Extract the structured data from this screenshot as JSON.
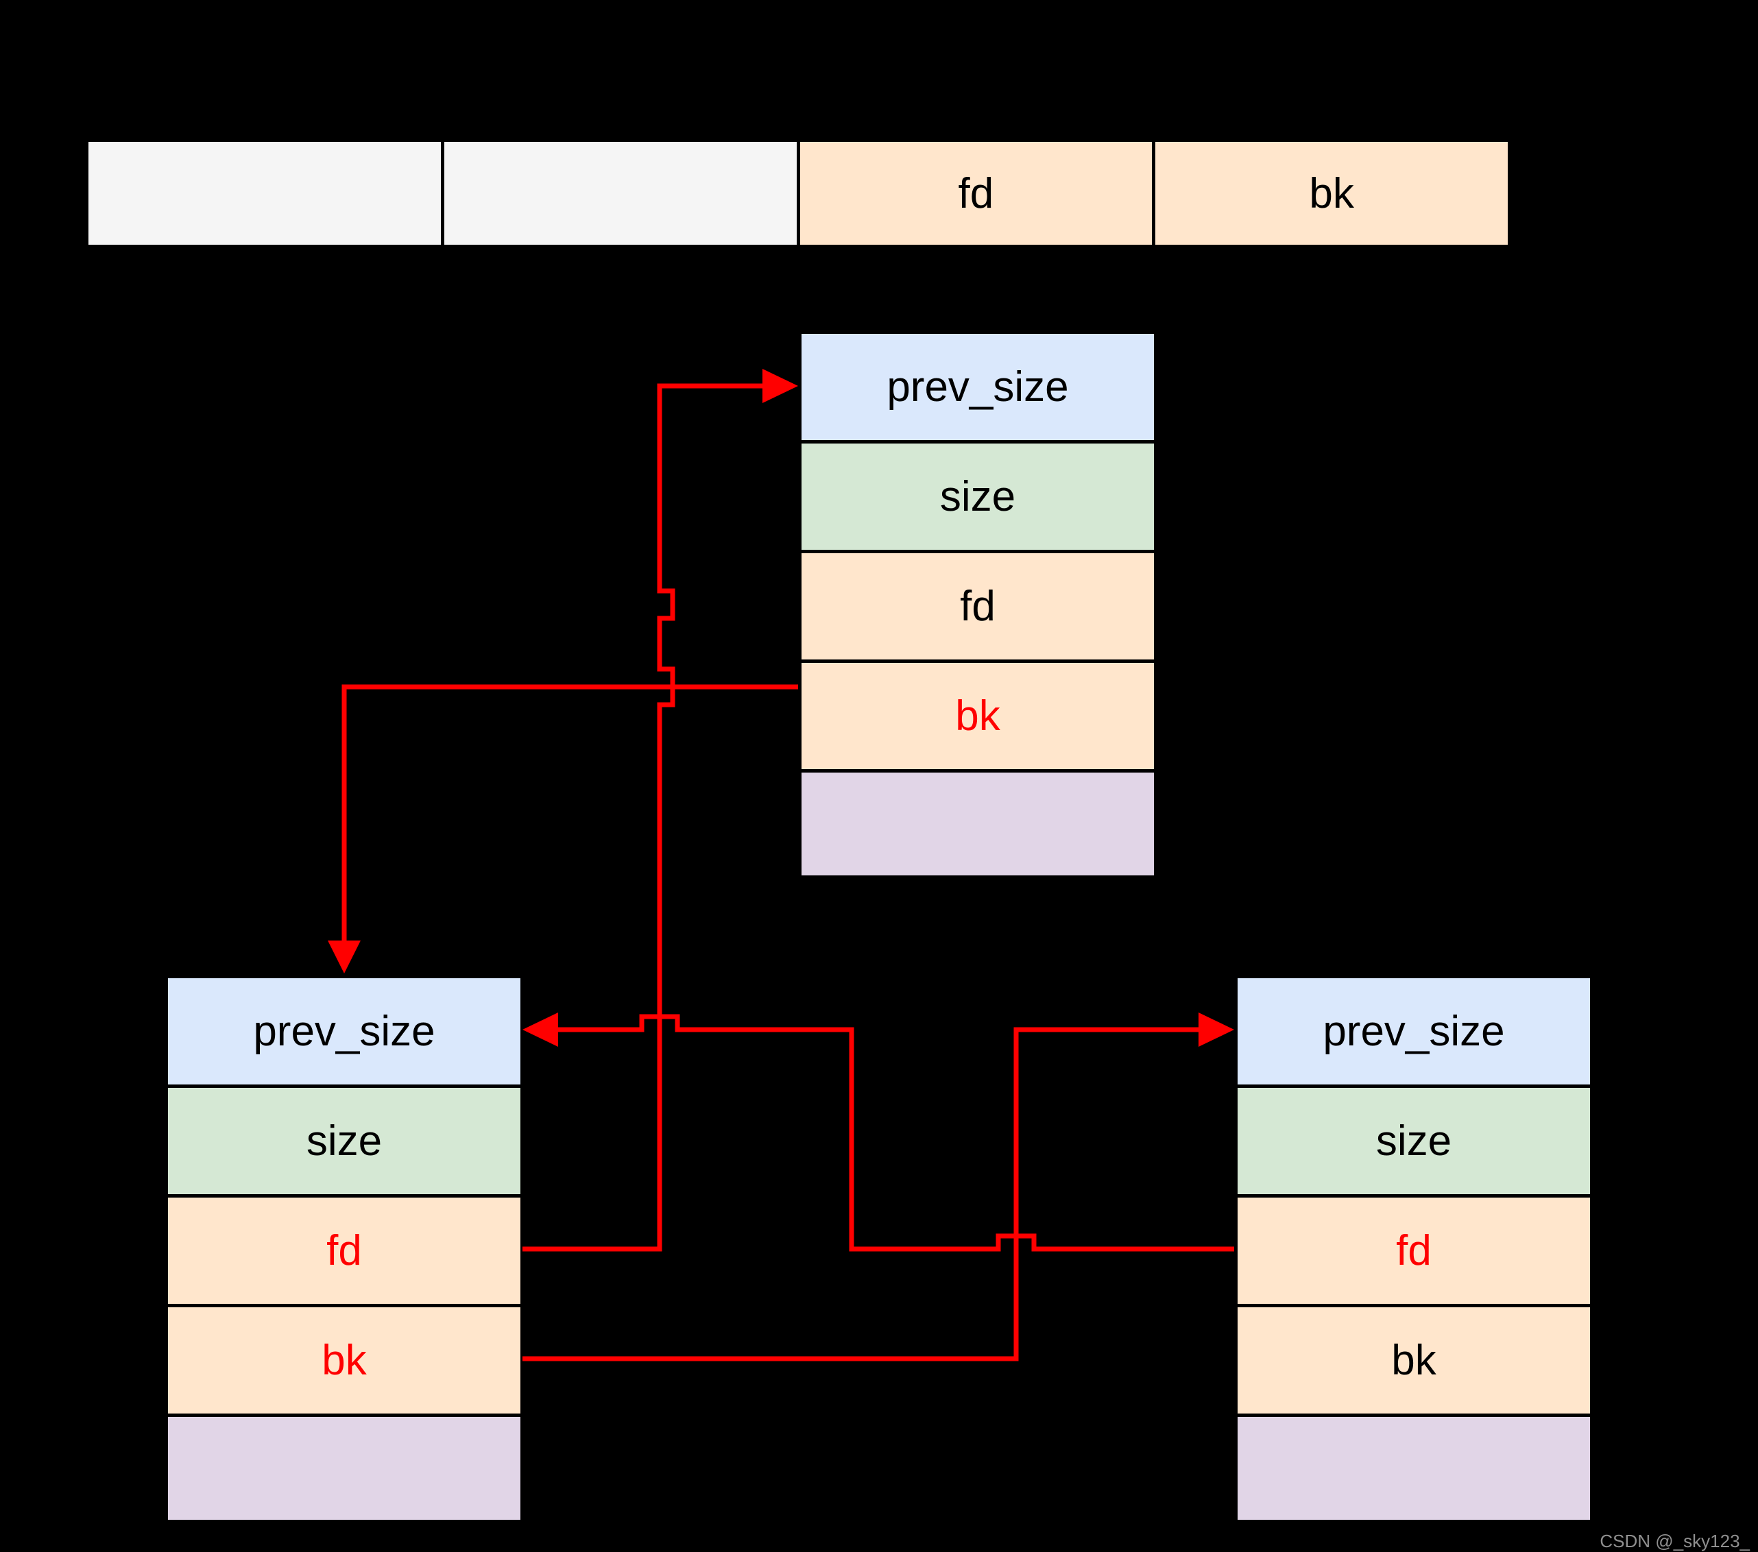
{
  "colors": {
    "background": "#000000",
    "arrow": "#ff0000",
    "red_text": "#ff0000",
    "black_text": "#000000",
    "bin_cell_empty": "#f5f5f5",
    "prev_size_cell": "#dae8fc",
    "size_cell": "#d5e8d4",
    "fd_bk_cell": "#ffe6cc",
    "empty_cell": "#e1d5e7"
  },
  "bin_table": {
    "cells": [
      {
        "label": "",
        "bg": "#f5f5f5",
        "text_color": "#000000"
      },
      {
        "label": "",
        "bg": "#f5f5f5",
        "text_color": "#000000"
      },
      {
        "label": "fd",
        "bg": "#ffe6cc",
        "text_color": "#000000"
      },
      {
        "label": "bk",
        "bg": "#ffe6cc",
        "text_color": "#000000"
      }
    ]
  },
  "chunks": {
    "middle": {
      "rows": [
        {
          "label": "prev_size",
          "bg": "#dae8fc",
          "text_color": "#000000"
        },
        {
          "label": "size",
          "bg": "#d5e8d4",
          "text_color": "#000000"
        },
        {
          "label": "fd",
          "bg": "#ffe6cc",
          "text_color": "#000000"
        },
        {
          "label": "bk",
          "bg": "#ffe6cc",
          "text_color": "#ff0000"
        },
        {
          "label": "",
          "bg": "#e1d5e7",
          "text_color": "#000000"
        }
      ]
    },
    "bottom_left": {
      "rows": [
        {
          "label": "prev_size",
          "bg": "#dae8fc",
          "text_color": "#000000"
        },
        {
          "label": "size",
          "bg": "#d5e8d4",
          "text_color": "#000000"
        },
        {
          "label": "fd",
          "bg": "#ffe6cc",
          "text_color": "#ff0000"
        },
        {
          "label": "bk",
          "bg": "#ffe6cc",
          "text_color": "#ff0000"
        },
        {
          "label": "",
          "bg": "#e1d5e7",
          "text_color": "#000000"
        }
      ]
    },
    "bottom_right": {
      "rows": [
        {
          "label": "prev_size",
          "bg": "#dae8fc",
          "text_color": "#000000"
        },
        {
          "label": "size",
          "bg": "#d5e8d4",
          "text_color": "#000000"
        },
        {
          "label": "fd",
          "bg": "#ffe6cc",
          "text_color": "#ff0000"
        },
        {
          "label": "bk",
          "bg": "#ffe6cc",
          "text_color": "#000000"
        },
        {
          "label": "",
          "bg": "#e1d5e7",
          "text_color": "#000000"
        }
      ]
    }
  },
  "arrows": [
    {
      "name": "bottom-left-fd-to-middle-chunk"
    },
    {
      "name": "middle-bk-to-bottom-left-chunk"
    },
    {
      "name": "bottom-left-bk-to-bottom-right-chunk"
    },
    {
      "name": "bottom-right-fd-to-bottom-left-chunk"
    }
  ],
  "watermark": "CSDN @_sky123_"
}
